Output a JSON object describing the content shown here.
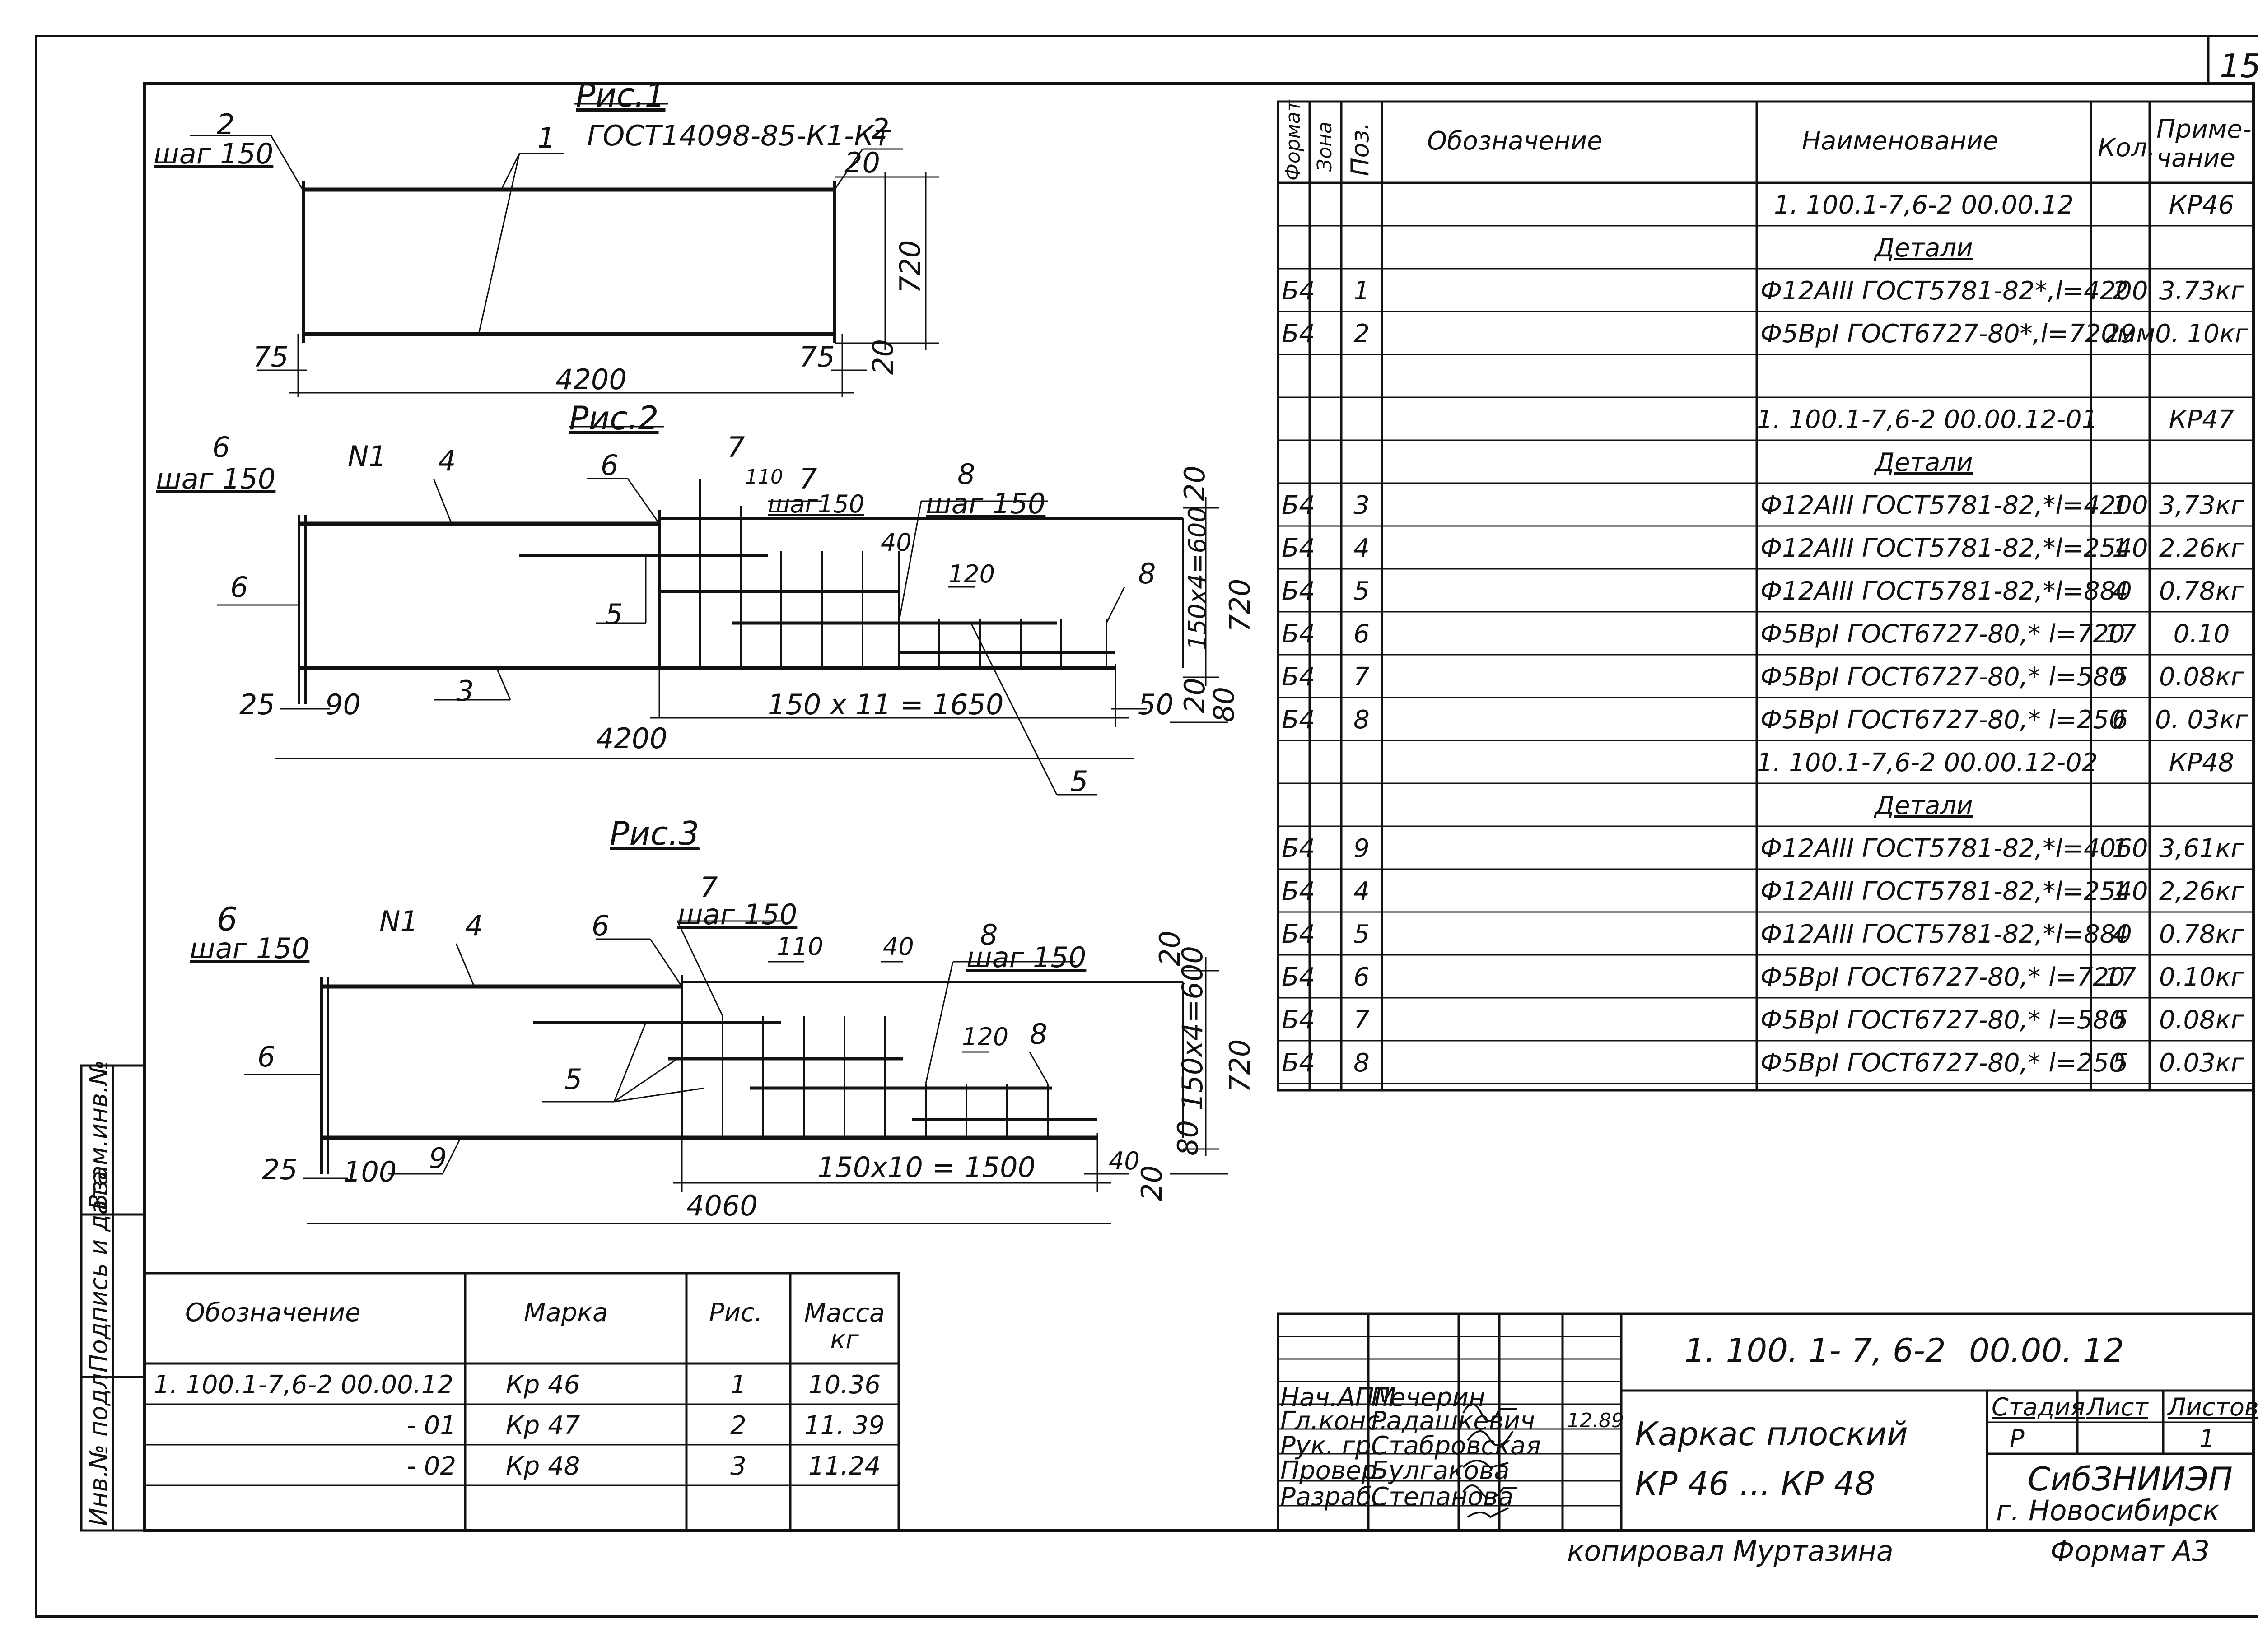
{
  "sheet": {
    "number": "15"
  },
  "figures": {
    "fig1": {
      "title": "Рис.1",
      "labels": {
        "pos1": "1",
        "pos2_left": "2",
        "step_left": "шаг 150",
        "gost": "ГОСТ14098-85-К1-Кт",
        "pos2_right": "2",
        "dim_top20": "20",
        "dim_height": "720",
        "dim_bot20": "20",
        "dim_left75": "75",
        "dim_right75": "75",
        "dim_len": "4200"
      }
    },
    "fig2": {
      "title": "Рис.2",
      "labels": {
        "pos6_top": "6",
        "step_top": "шаг 150",
        "n1": "N1",
        "pos4": "4",
        "pos6_mid": "6",
        "pos7a": "7",
        "pos7b": "7",
        "step7": "шаг150",
        "d110": "110",
        "d40": "40",
        "pos8": "8",
        "step8": "шаг 150",
        "d120": "120",
        "pos8b": "8",
        "pos6_left": "6",
        "pos5_left": "5",
        "pos3": "3",
        "pos5_bot": "5",
        "d25": "25",
        "d90": "90",
        "chain": "150 x 11 = 1650",
        "d50": "50",
        "len": "4200",
        "top20": "20",
        "h720": "720",
        "h600": "150x4=600",
        "b20": "20",
        "b80": "80"
      }
    },
    "fig3": {
      "title": "Рис.3",
      "labels": {
        "pos6_top": "6",
        "step_top": "шаг 150",
        "n1": "N1",
        "pos4": "4",
        "pos6_mid": "6",
        "pos7": "7",
        "step7": "шаг 150",
        "d110": "110",
        "d40": "40",
        "pos8": "8",
        "step8": "шаг 150",
        "d120": "120",
        "pos8b": "8",
        "pos6_left": "6",
        "pos5": "5",
        "d25": "25",
        "d100": "100",
        "pos9": "9",
        "chain": "150x10 = 1500",
        "d40b": "40",
        "b20": "20",
        "len": "4060",
        "top20": "20",
        "h720": "720",
        "h600": "150x4=600",
        "b80": "80"
      }
    }
  },
  "spec": {
    "headers": [
      "Формат",
      "Зона",
      "Поз.",
      "Обозначение",
      "Наименование",
      "Кол.",
      "Приме-чание"
    ],
    "rows": [
      {
        "fmt": "",
        "pos": "",
        "name": "1. 100.1-7,6-2  00.00.12",
        "qty": "",
        "note": "КР46",
        "u": false
      },
      {
        "fmt": "",
        "pos": "",
        "name": "Детали",
        "qty": "",
        "note": "",
        "u": true
      },
      {
        "fmt": "Б4",
        "pos": "1",
        "name": "Ф12АIII ГОСТ5781-82*,l=4200",
        "qty": "2",
        "note": "3.73кг",
        "u": false
      },
      {
        "fmt": "Б4",
        "pos": "2",
        "name": "Ф5ВрI ГОСТ6727-80*,l=720мм",
        "qty": "29",
        "note": "0. 10кг",
        "u": false
      },
      {
        "fmt": "",
        "pos": "",
        "name": "",
        "qty": "",
        "note": "",
        "u": false
      },
      {
        "fmt": "",
        "pos": "",
        "name": "1. 100.1-7,6-2  00.00.12-01",
        "qty": "",
        "note": "КР47",
        "u": false
      },
      {
        "fmt": "",
        "pos": "",
        "name": "Детали",
        "qty": "",
        "note": "",
        "u": true
      },
      {
        "fmt": "Б4",
        "pos": "3",
        "name": "Ф12АIII ГОСТ5781-82,*l=4200",
        "qty": "1",
        "note": "3,73кг",
        "u": false
      },
      {
        "fmt": "Б4",
        "pos": "4",
        "name": "Ф12АIII ГОСТ5781-82,*l=2540",
        "qty": "1",
        "note": "2.26кг",
        "u": false
      },
      {
        "fmt": "Б4",
        "pos": "5",
        "name": "Ф12АIII ГОСТ5781-82,*l=880",
        "qty": "4",
        "note": "0.78кг",
        "u": false
      },
      {
        "fmt": "Б4",
        "pos": "6",
        "name": "Ф5ВрI ГОСТ6727-80,* l=720",
        "qty": "17",
        "note": "0.10",
        "u": false
      },
      {
        "fmt": "Б4",
        "pos": "7",
        "name": "Ф5ВрI ГОСТ6727-80,* l=580",
        "qty": "5",
        "note": "0.08кг",
        "u": false
      },
      {
        "fmt": "Б4",
        "pos": "8",
        "name": "Ф5ВрI ГОСТ6727-80,* l=250",
        "qty": "6",
        "note": "0. 03кг",
        "u": false
      },
      {
        "fmt": "",
        "pos": "",
        "name": "1. 100.1-7,6-2 00.00.12-02",
        "qty": "",
        "note": "КР48",
        "u": false
      },
      {
        "fmt": "",
        "pos": "",
        "name": "Детали",
        "qty": "",
        "note": "",
        "u": true
      },
      {
        "fmt": "Б4",
        "pos": "9",
        "name": "Ф12АIII ГОСТ5781-82,*l=4060",
        "qty": "1",
        "note": "3,61кг",
        "u": false
      },
      {
        "fmt": "Б4",
        "pos": "4",
        "name": "Ф12АIII ГОСТ5781-82,*l=2540",
        "qty": "1",
        "note": "2,26кг",
        "u": false
      },
      {
        "fmt": "Б4",
        "pos": "5",
        "name": "Ф12АIII ГОСТ5781-82,*l=880",
        "qty": "4",
        "note": "0.78кг",
        "u": false
      },
      {
        "fmt": "Б4",
        "pos": "6",
        "name": "Ф5ВрI ГОСТ6727-80,* l=720",
        "qty": "17",
        "note": "0.10кг",
        "u": false
      },
      {
        "fmt": "Б4",
        "pos": "7",
        "name": "Ф5ВрI ГОСТ6727-80,* l=580",
        "qty": "5",
        "note": "0.08кг",
        "u": false
      },
      {
        "fmt": "Б4",
        "pos": "8",
        "name": "Ф5ВрI ГОСТ6727-80,* l=250",
        "qty": "5",
        "note": "0.03кг",
        "u": false
      }
    ]
  },
  "marks": {
    "headers": [
      "Обозначение",
      "Марка",
      "Рис.",
      "Масса кг"
    ],
    "rows": [
      {
        "code": "1. 100.1-7,6-2  00.00.12",
        "mark": "Кр 46",
        "fig": "1",
        "mass": "10.36"
      },
      {
        "code": "- 01",
        "mark": "Кр 47",
        "fig": "2",
        "mass": "11. 39"
      },
      {
        "code": "- 02",
        "mark": "Кр 48",
        "fig": "3",
        "mass": "11.24"
      }
    ]
  },
  "side": {
    "inv_orig": "Инв.№ подл.",
    "sign_date": "Подпись и дата",
    "inv_repl": "Взам.инв.№"
  },
  "title_block": {
    "code": "1. 100. 1- 7, 6-2",
    "code2": "00.00. 12",
    "name1": "Каркас плоский",
    "name2": "КР 46 ... КР 48",
    "stage_h": "Стадия",
    "sheet_h": "Лист",
    "sheets_h": "Листов",
    "stage": "Р",
    "sheets": "1",
    "org1": "СибЗНИИЭП",
    "org2": "г. Новосибирск",
    "date": "12.89",
    "roles": [
      {
        "role": "Нач.АПМ",
        "name": "Печерин"
      },
      {
        "role": "Гл.конс.",
        "name": "Радашкевич"
      },
      {
        "role": "Рук. гр.",
        "name": "Стабровская"
      },
      {
        "role": "Провер.",
        "name": "Булгакова"
      },
      {
        "role": "Разраб.",
        "name": "Степанова"
      }
    ]
  },
  "footer": {
    "copied": "копировал Муртазина",
    "format": "Формат А3"
  }
}
